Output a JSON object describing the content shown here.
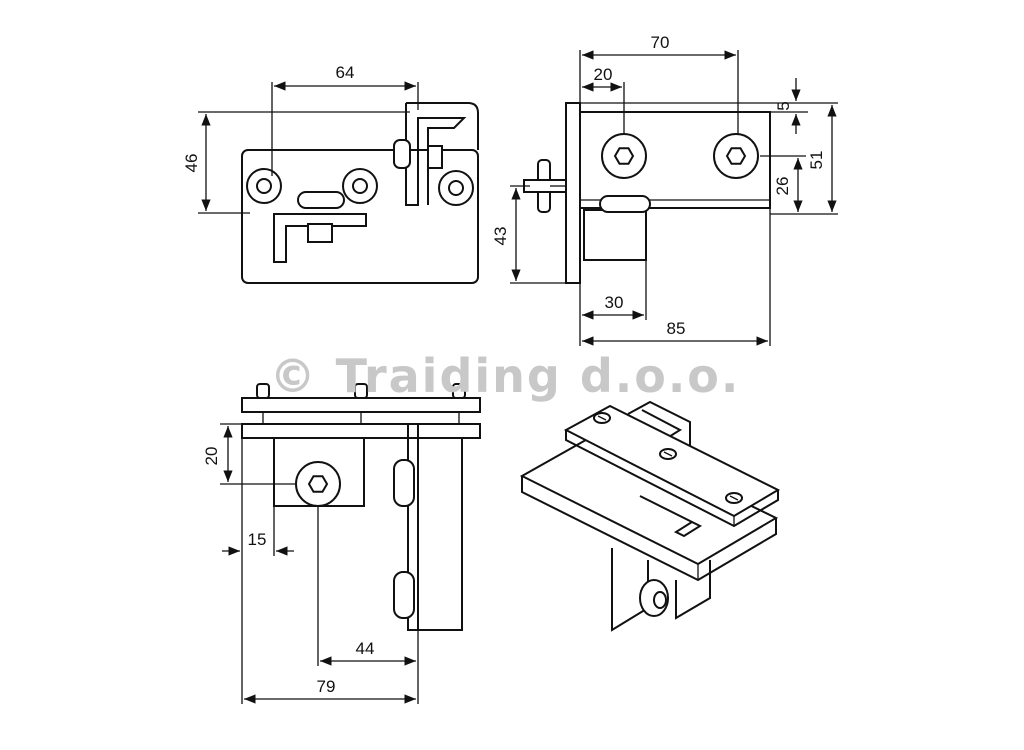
{
  "watermark": {
    "text": "© Traiding d.o.o.",
    "color": "#c8c8c8"
  },
  "colors": {
    "line": "#111111",
    "background": "#ffffff"
  },
  "dimensions": {
    "top_left_view": {
      "width_holes": "64",
      "height": "46"
    },
    "top_right_view": {
      "overall_width": "70",
      "hole_offset": "20",
      "top_gap": "5",
      "overall_height": "51",
      "hole_height": "26",
      "roller_height": "43",
      "roller_width": "30",
      "total_length": "85"
    },
    "bottom_left_view": {
      "vertical_offset": "20",
      "left_offset": "15",
      "hole_distance": "44",
      "overall_width": "79"
    }
  }
}
